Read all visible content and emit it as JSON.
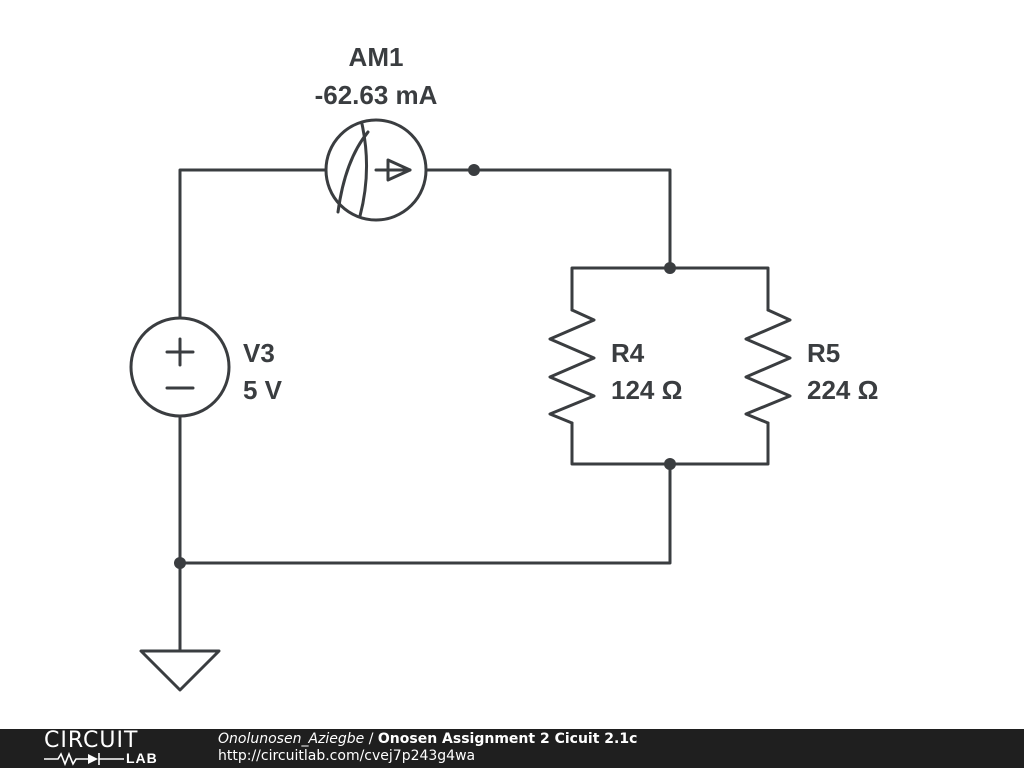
{
  "components": {
    "ammeter": {
      "name": "AM1",
      "reading": "-62.63 mA"
    },
    "source": {
      "name": "V3",
      "value": "5 V"
    },
    "r4": {
      "name": "R4",
      "value": "124 Ω"
    },
    "r5": {
      "name": "R5",
      "value": "224 Ω"
    }
  },
  "footer": {
    "logo_top": "CIRCUIT",
    "logo_bottom": "LAB",
    "author": "Onolunosen_Aziegbe",
    "separator": " / ",
    "title": "Onosen Assignment 2 Cicuit 2.1c",
    "url": "http://circuitlab.com/cvej7p243g4wa"
  },
  "colors": {
    "ink": "#3a3d40",
    "footer_bg": "#1f1f1f",
    "footer_text": "#ffffff"
  }
}
